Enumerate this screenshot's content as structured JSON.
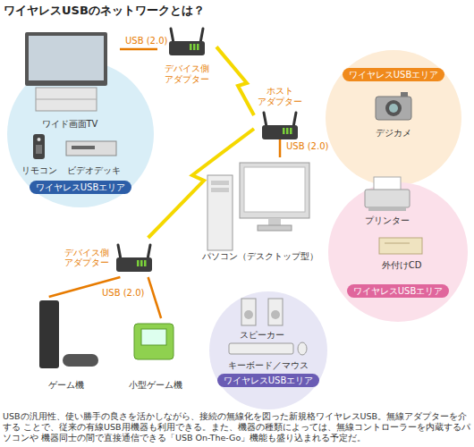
{
  "diagram": {
    "title": "ワイヤレスUSBのネットワークとは？",
    "caption": "USBの汎用性、使い勝手の良さを活かしながら、接続の無線化を図った新規格ワイヤレスUSB。無線アダプターを介する ことで、従来の有線USB用機器も利用できる。また、機器の種類によっては、無線コントローラーを内蔵するパソコンや 機器同士の間で直接通信できる「USB On-The-Go」機能も盛り込まれる予定だ。",
    "nodes": [
      {
        "text": [
          "ワイヤレスUSBエリア"
        ]
      },
      {
        "text": [
          "ワイド画面TV"
        ],
        "in": 0
      },
      {
        "text": [
          "リモコン"
        ],
        "in": 0
      },
      {
        "text": [
          "ビデオデッキ"
        ],
        "in": 0
      },
      {
        "text": [
          "デバイス側 アダプター"
        ]
      },
      {
        "text": [
          "ホスト アダプター"
        ]
      },
      {
        "text": [
          "ワイヤレスUSBエリア"
        ]
      },
      {
        "text": [
          "デジカメ"
        ],
        "in": 6
      },
      {
        "text": [
          "パソコン（デスクトップ型）"
        ]
      },
      {
        "text": [
          "ワイヤレスUSBエリア"
        ]
      },
      {
        "text": [
          "プリンター"
        ],
        "in": 9
      },
      {
        "text": [
          "外付けCD"
        ],
        "in": 9
      },
      {
        "text": [
          "デバイス側 アダプター"
        ]
      },
      {
        "text": [
          "ワイヤレスUSBエリア"
        ]
      },
      {
        "text": [
          "スピーカー"
        ],
        "in": 13
      },
      {
        "text": [
          "キーボード／マウス"
        ],
        "in": 13
      },
      {
        "text": [
          "ゲーム機"
        ]
      },
      {
        "text": [
          "小型ゲーム機"
        ]
      }
    ],
    "edges": [
      {
        "from": 1,
        "to": 4,
        "label": "USB (2.0)",
        "arrow": "none"
      },
      {
        "from": 5,
        "to": 8,
        "label": "USB (2.0)",
        "arrow": "none"
      },
      {
        "from": 12,
        "to": 16,
        "label": "USB (2.0)",
        "arrow": "none"
      },
      {
        "from": 12,
        "to": 17,
        "arrow": "none"
      },
      {
        "from": 5,
        "to": 4,
        "arrow": "none"
      },
      {
        "from": 5,
        "to": 12,
        "arrow": "none"
      }
    ]
  }
}
